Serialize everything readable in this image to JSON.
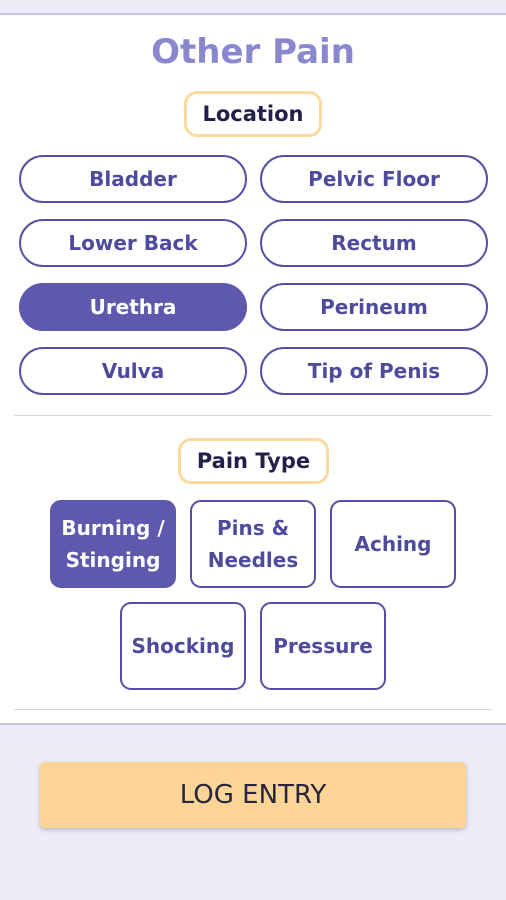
{
  "title": "Other Pain",
  "location": {
    "label": "Location",
    "options": [
      "Bladder",
      "Pelvic Floor",
      "Lower Back",
      "Rectum",
      "Urethra",
      "Perineum",
      "Vulva",
      "Tip of Penis"
    ],
    "selected": "Urethra"
  },
  "pain_type": {
    "label": "Pain Type",
    "options": [
      "Burning /\nStinging",
      "Pins &\nNeedles",
      "Aching",
      "Shocking",
      "Pressure"
    ],
    "selected": "Burning /\nStinging"
  },
  "log_button": "LOG ENTRY",
  "colors": {
    "accent": "#5e59ad",
    "title": "#8a87cf",
    "label_border": "#fdd9a0",
    "button": "#fcd596",
    "background": "#ecebf8"
  }
}
